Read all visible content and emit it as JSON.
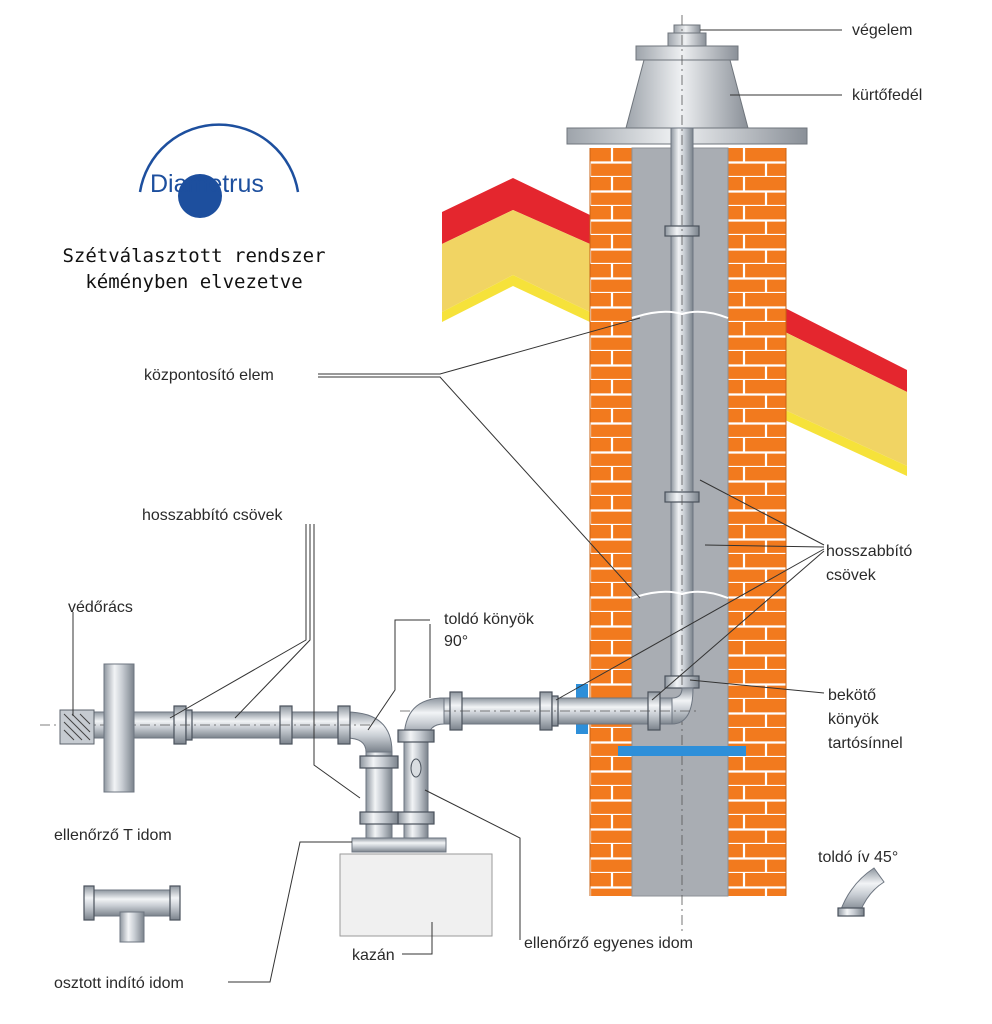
{
  "logo": {
    "text": "Diametrus"
  },
  "title": {
    "line1": "Szétválasztott rendszer",
    "line2": "kéményben elvezetve"
  },
  "labels": {
    "vegelem": "végelem",
    "kurtofedel": "kürtőfedél",
    "kozpontosito": "központosító elem",
    "hosszabbito_left": "hosszabbító csövek",
    "vedoracs": "védőrács",
    "toldo_konyok_1": "toldó könyök",
    "toldo_konyok_2": "90°",
    "hosszabbito_right_1": "hosszabbító",
    "hosszabbito_right_2": "csövek",
    "bekoto_1": "bekötő",
    "bekoto_2": "könyök",
    "bekoto_3": "tartósínnel",
    "ellenorzo_t": "ellenőrző T idom",
    "toldo_iv": "toldó ív 45°",
    "kazan": "kazán",
    "ellenorzo_egyenes": "ellenőrző egyenes idom",
    "osztott": "osztott indító idom"
  },
  "colors": {
    "brick": "#f27a1e",
    "mortar": "#ffffff",
    "flue": "#a9adb3",
    "roof_red": "#e4262e",
    "roof_yellow": "#f1d463",
    "roof_edge": "#f6e23a",
    "bracket_blue": "#2e8fd9",
    "logo_blue": "#1d4f9e"
  }
}
